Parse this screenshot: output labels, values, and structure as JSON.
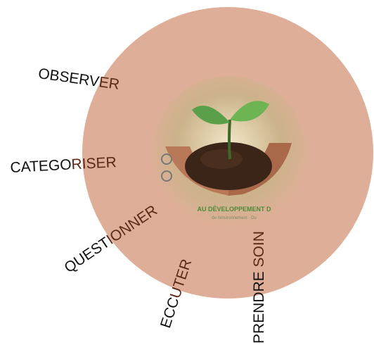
{
  "colors": {
    "disc": "#dfae98",
    "text": "#111111",
    "text_on_disc": "#5a2a16",
    "soil": "#3b2518",
    "leaf": "#5aa04a",
    "skin": "#b97858",
    "banner_green": "#4d8a3a"
  },
  "photo": {
    "banner_text": "AU DÉVELOPPEMENT D",
    "sub_text": "de l'environnement · Du"
  },
  "words": [
    {
      "id": "observer",
      "part1": "OBSERV",
      "part2": "ER"
    },
    {
      "id": "categoriser",
      "part1": "CATEGO",
      "part2": "RISER"
    },
    {
      "id": "questionner",
      "part1": "QUEST",
      "part2": "IONNER"
    },
    {
      "id": "ecouter",
      "part1": "ECC",
      "part2": "UTER"
    },
    {
      "id": "prendre-soin",
      "part1": "PRENDRE",
      "part2": " SOIN"
    }
  ]
}
